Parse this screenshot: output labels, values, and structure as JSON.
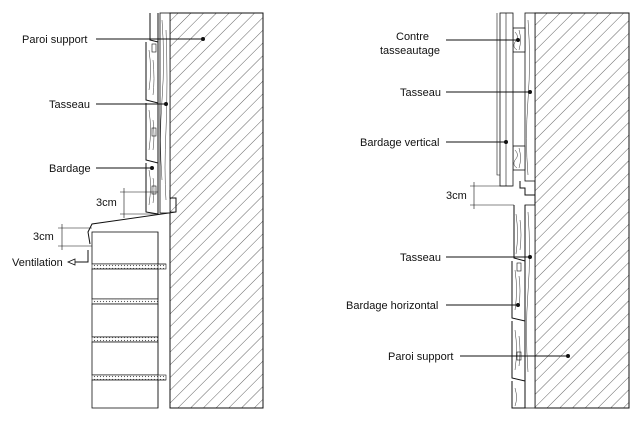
{
  "left_detail": {
    "labels": {
      "paroi_support": "Paroi support",
      "tasseau": "Tasseau",
      "bardage": "Bardage",
      "gap_top": "3cm",
      "gap_bottom": "3cm",
      "ventilation": "Ventilation"
    }
  },
  "right_detail": {
    "labels": {
      "contre_line1": "Contre",
      "contre_line2": "tasseautage",
      "tasseau_top": "Tasseau",
      "bardage_vertical": "Bardage vertical",
      "gap": "3cm",
      "tasseau_bottom": "Tasseau",
      "bardage_horizontal": "Bardage horizontal",
      "paroi_support": "Paroi support"
    }
  },
  "colors": {
    "line": "#111111",
    "background": "#ffffff"
  }
}
